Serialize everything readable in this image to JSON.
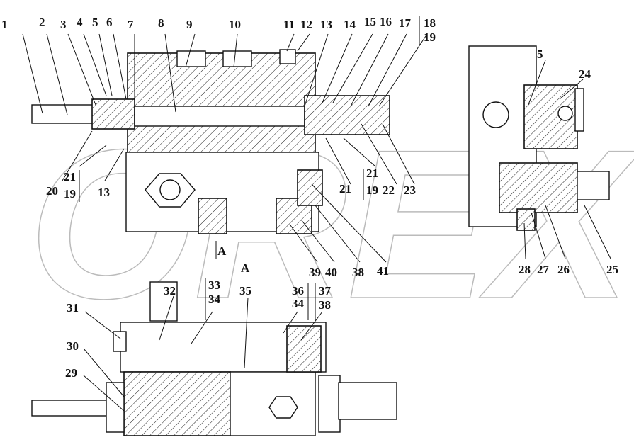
{
  "watermark": "OREX",
  "section_label": "A",
  "view_arrow_label": "A",
  "callouts": {
    "top": [
      "1",
      "2",
      "3",
      "4",
      "5",
      "6",
      "7",
      "8",
      "9",
      "10",
      "11",
      "12",
      "13",
      "14",
      "15",
      "16",
      "17"
    ],
    "top_group": [
      "18",
      "19"
    ],
    "left_lower": {
      "a": "20",
      "group": [
        "21",
        "19"
      ],
      "b": "13"
    },
    "right_lower": {
      "a": "21",
      "group": [
        "21",
        "19"
      ],
      "b": "22",
      "c": "23"
    },
    "bottom_row": [
      "39",
      "40",
      "38",
      "41"
    ],
    "side_view": {
      "top": [
        "5",
        "24"
      ],
      "bottom": [
        "28",
        "27",
        "26",
        "25"
      ]
    },
    "lower_view": {
      "a": "32",
      "group1": [
        "33",
        "34"
      ],
      "b": "35",
      "group2": [
        "36",
        "34"
      ],
      "group3": [
        "37",
        "38"
      ],
      "left": [
        "31",
        "30",
        "29"
      ]
    }
  }
}
